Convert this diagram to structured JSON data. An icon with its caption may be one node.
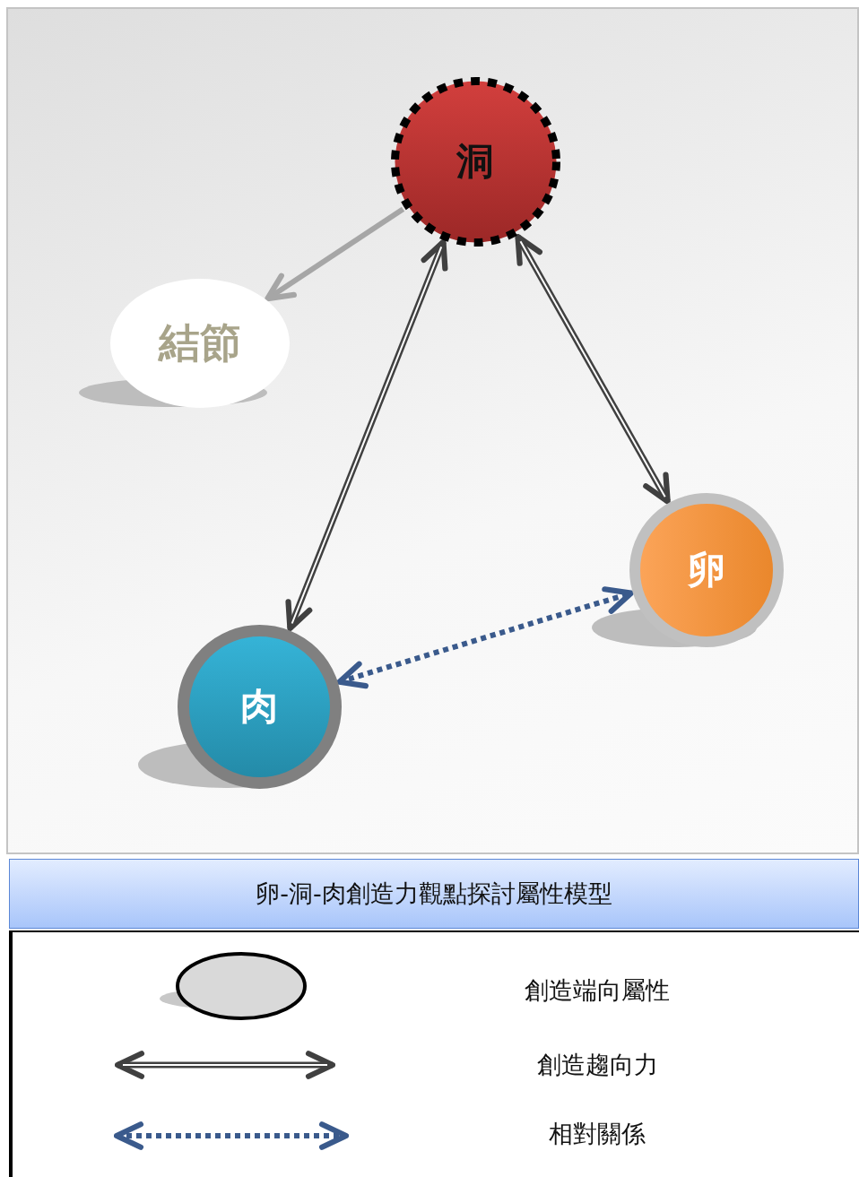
{
  "diagram": {
    "caption": "卵-洞-肉創造力觀點探討屬性模型",
    "nodes": [
      {
        "text": [
          "洞"
        ]
      },
      {
        "text": [
          "結節"
        ]
      },
      {
        "text": [
          "卵"
        ]
      },
      {
        "text": [
          "肉"
        ]
      }
    ],
    "edges": [
      {
        "from": 0,
        "to": 1,
        "arrow": "to",
        "color": "#a6a6a6"
      },
      {
        "from": 0,
        "to": 3,
        "arrow": "both"
      },
      {
        "from": 0,
        "to": 2,
        "arrow": "both"
      },
      {
        "from": 3,
        "to": 2,
        "arrow": "both",
        "style": "dashed",
        "color": "#3a5a8c"
      }
    ],
    "legend": [
      {
        "text": "創造端向屬性"
      },
      {
        "text": "創造趨向力"
      },
      {
        "text": "相對關係"
      }
    ]
  }
}
